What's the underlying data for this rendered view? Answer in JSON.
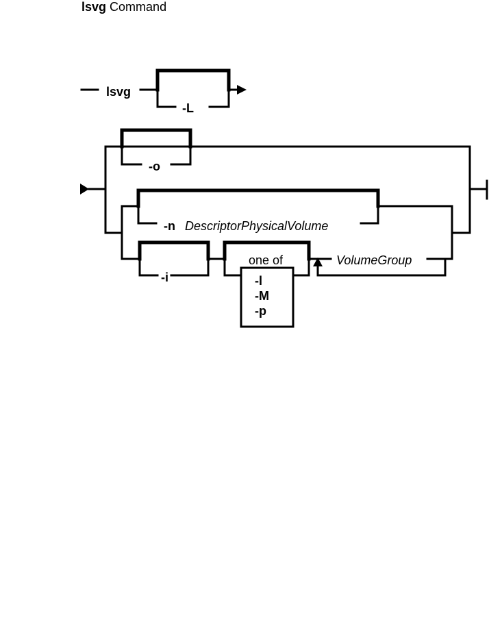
{
  "title": {
    "command": "lsvg",
    "suffix": "Command"
  },
  "syntax": {
    "command": "lsvg",
    "option_L": "-L",
    "option_o": "-o",
    "option_n": "-n",
    "descriptor_pv": "DescriptorPhysicalVolume",
    "option_i": "-i",
    "one_of": "one of",
    "choices": [
      "-l",
      "-M",
      "-p"
    ],
    "volume_group": "VolumeGroup"
  },
  "colors": {
    "line": "#000000",
    "background": "#ffffff"
  }
}
